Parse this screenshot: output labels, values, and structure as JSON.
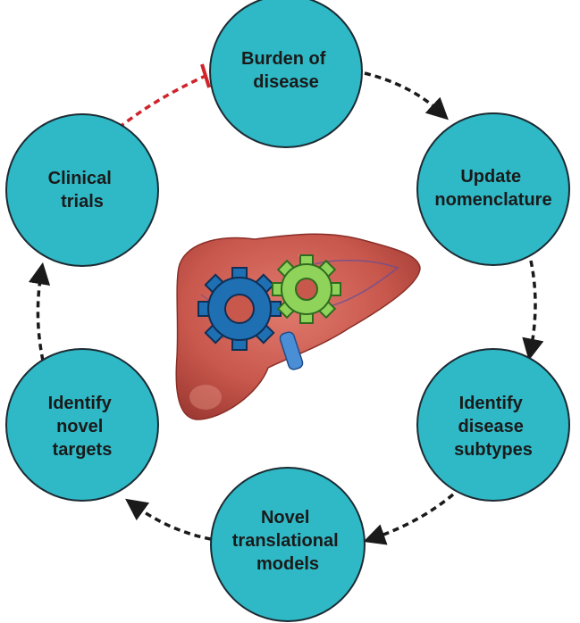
{
  "diagram": {
    "nodes": [
      {
        "id": "burden",
        "lines": [
          "Burden of",
          "disease"
        ]
      },
      {
        "id": "nomenclature",
        "lines": [
          "Update",
          "nomenclature"
        ]
      },
      {
        "id": "subtypes",
        "lines": [
          "Identify",
          "disease",
          "subtypes"
        ]
      },
      {
        "id": "models",
        "lines": [
          "Novel",
          "translational",
          "models"
        ]
      },
      {
        "id": "targets",
        "lines": [
          "Identify",
          "novel",
          "targets"
        ]
      },
      {
        "id": "trials",
        "lines": [
          "Clinical",
          "trials"
        ]
      }
    ],
    "colors": {
      "node_fill": "#2fb9c6",
      "node_stroke": "#1c2b33",
      "arrow": "#1a1a1a",
      "inhibit_arrow": "#d0242b",
      "liver": "#c8574c",
      "gear_blue": "#1f6fb3",
      "gear_green": "#8fd35a"
    },
    "icons": [
      "liver-illustration",
      "blue-gear-icon",
      "green-gear-icon"
    ]
  }
}
